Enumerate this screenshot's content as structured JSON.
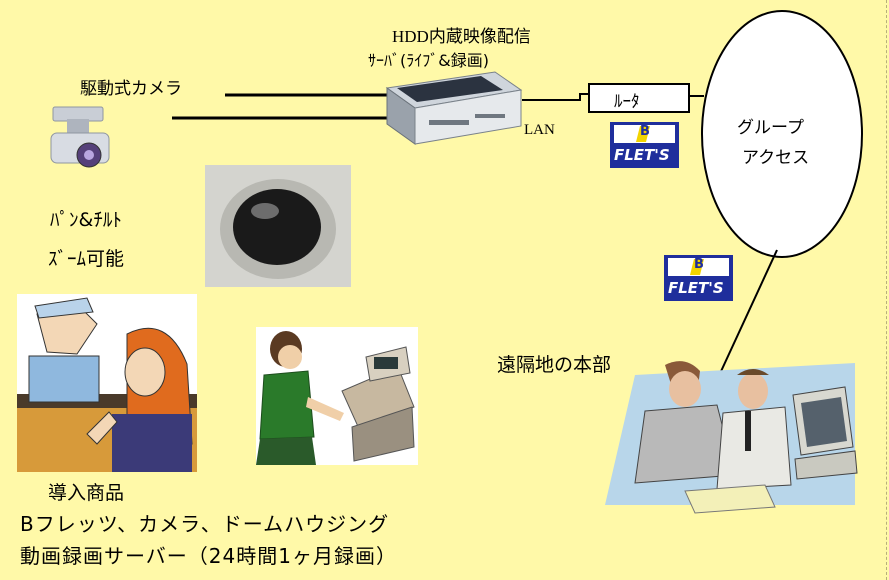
{
  "server": {
    "line1": "HDD内蔵映像配信",
    "line2": "ｻｰﾊﾞ(ﾗｲﾌﾞ&録画)"
  },
  "camera": {
    "label": "駆動式カメラ",
    "feature1": "ﾊﾟﾝ&ﾁﾙﾄ",
    "feature2": "ｽﾞｰﾑ可能"
  },
  "router": {
    "label": "ﾙｰﾀ"
  },
  "lan": {
    "label": "LAN"
  },
  "group_access": {
    "line1": "グループ",
    "line2": "アクセス"
  },
  "flets": {
    "badge": "B",
    "text": "FLET'S",
    "color": "#1f2e9c",
    "accent": "#f2d400"
  },
  "headquarters": {
    "label": "遠隔地の本部"
  },
  "products": {
    "title": "導入商品",
    "line1": "Bフレッツ、カメラ、ドームハウジング",
    "line2": "動画録画サーバー（24時間1ヶ月録画）"
  }
}
